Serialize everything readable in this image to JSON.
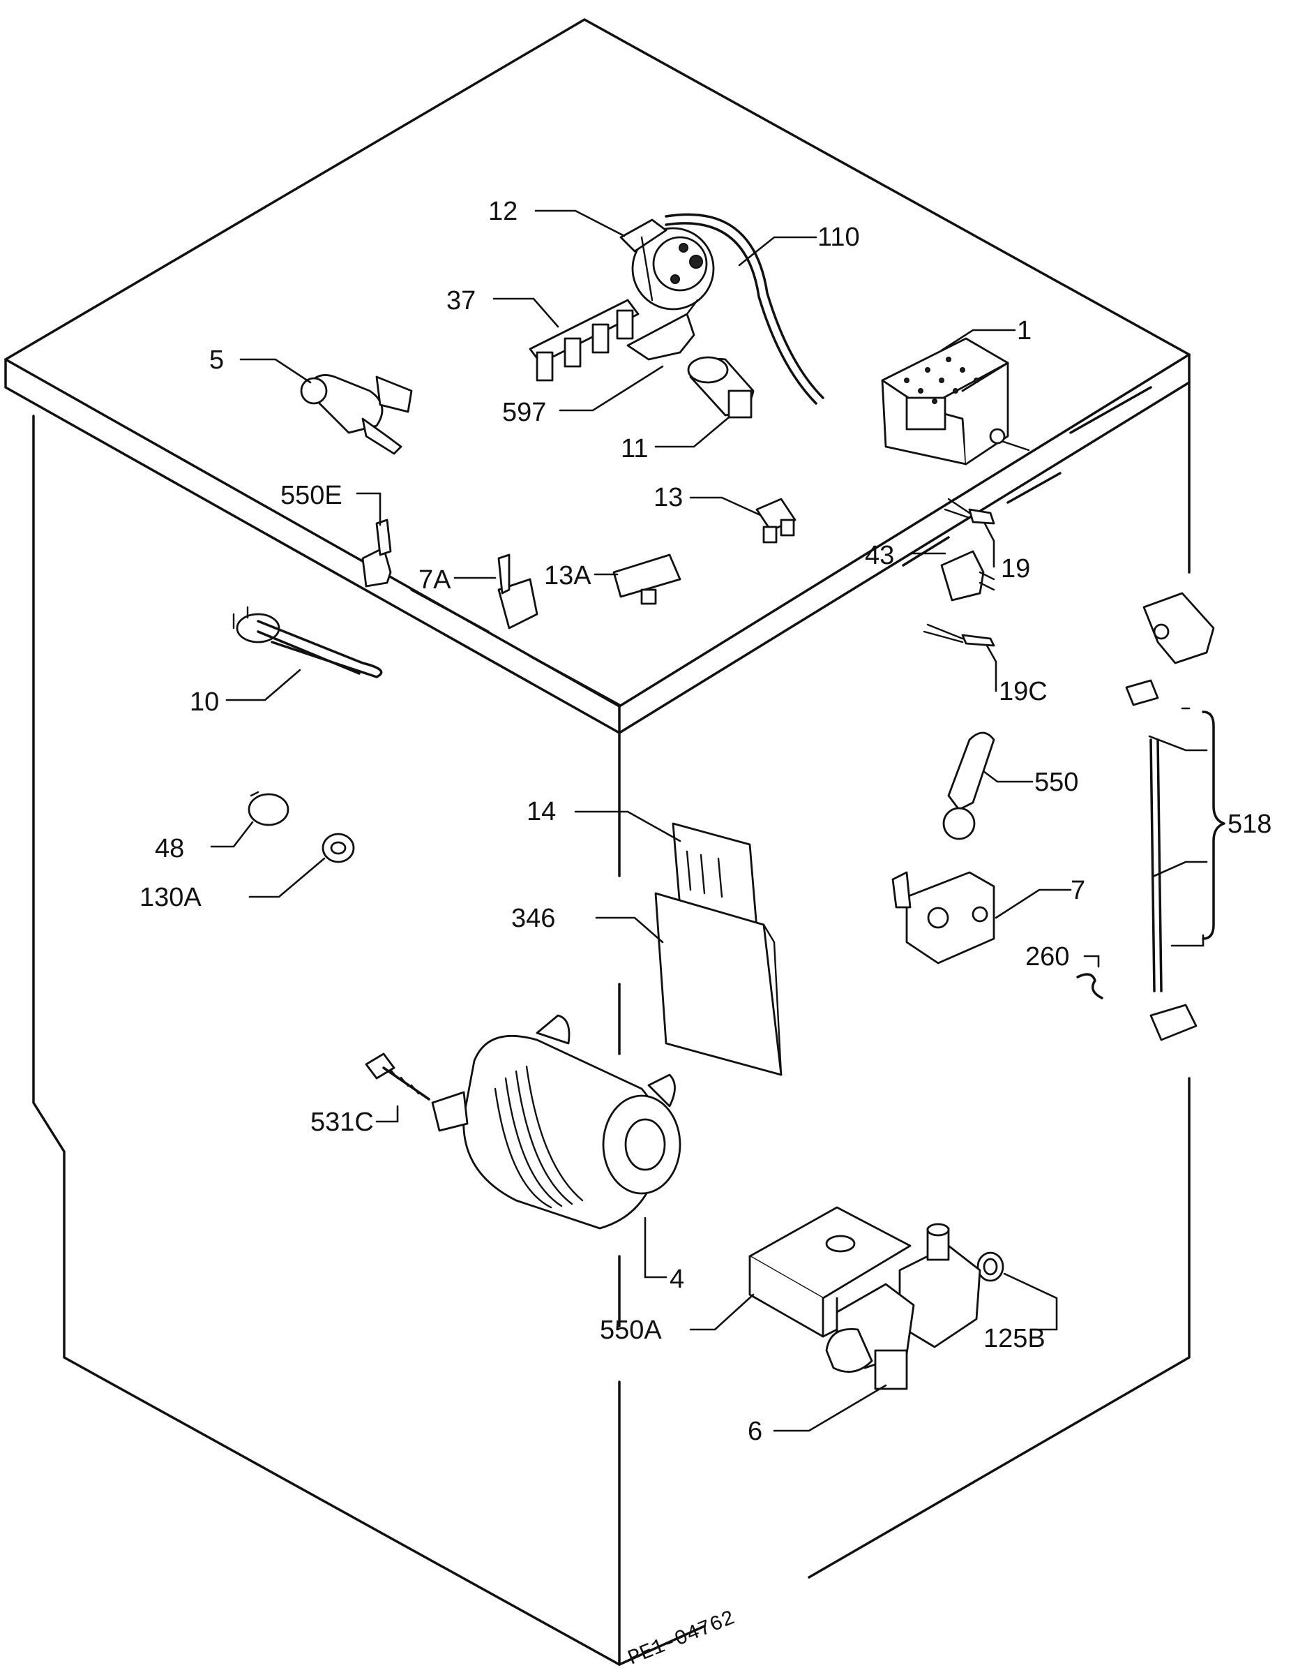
{
  "labels": {
    "p12": "12",
    "p110": "110",
    "p37": "37",
    "p1": "1",
    "p5": "5",
    "p597": "597",
    "p11": "11",
    "p13": "13",
    "p550e": "550E",
    "p43": "43",
    "p19": "19",
    "p7a": "7A",
    "p13a": "13A",
    "p19c": "19C",
    "p10": "10",
    "p550": "550",
    "p518": "518",
    "p14": "14",
    "p48": "48",
    "p130a": "130A",
    "p346": "346",
    "p7": "7",
    "p260": "260",
    "p531c": "531C",
    "p4": "4",
    "p550a": "550A",
    "p125b": "125B",
    "p6": "6"
  },
  "document_id": "PE1-04762"
}
